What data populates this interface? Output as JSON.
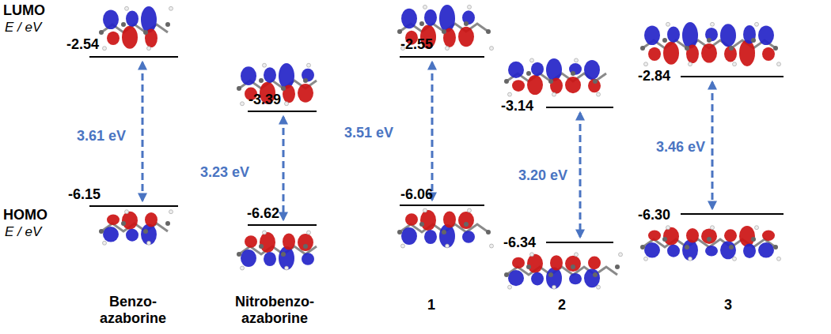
{
  "diagram": {
    "labels": [
      "LUMO",
      "E / eV",
      "HOMO",
      "E / eV",
      "-2.54",
      "3.61 eV",
      "-6.15",
      "-3.39",
      "3.23 eV",
      "-6.62",
      "-2.55",
      "3.51 eV",
      "-6.06",
      "-3.14",
      "3.20 eV",
      "-6.34",
      "-2.84",
      "3.46 eV",
      "-6.30",
      "Benzo- azaborine",
      "Nitrobenzo- azaborine",
      "1",
      "2",
      "3"
    ]
  }
}
